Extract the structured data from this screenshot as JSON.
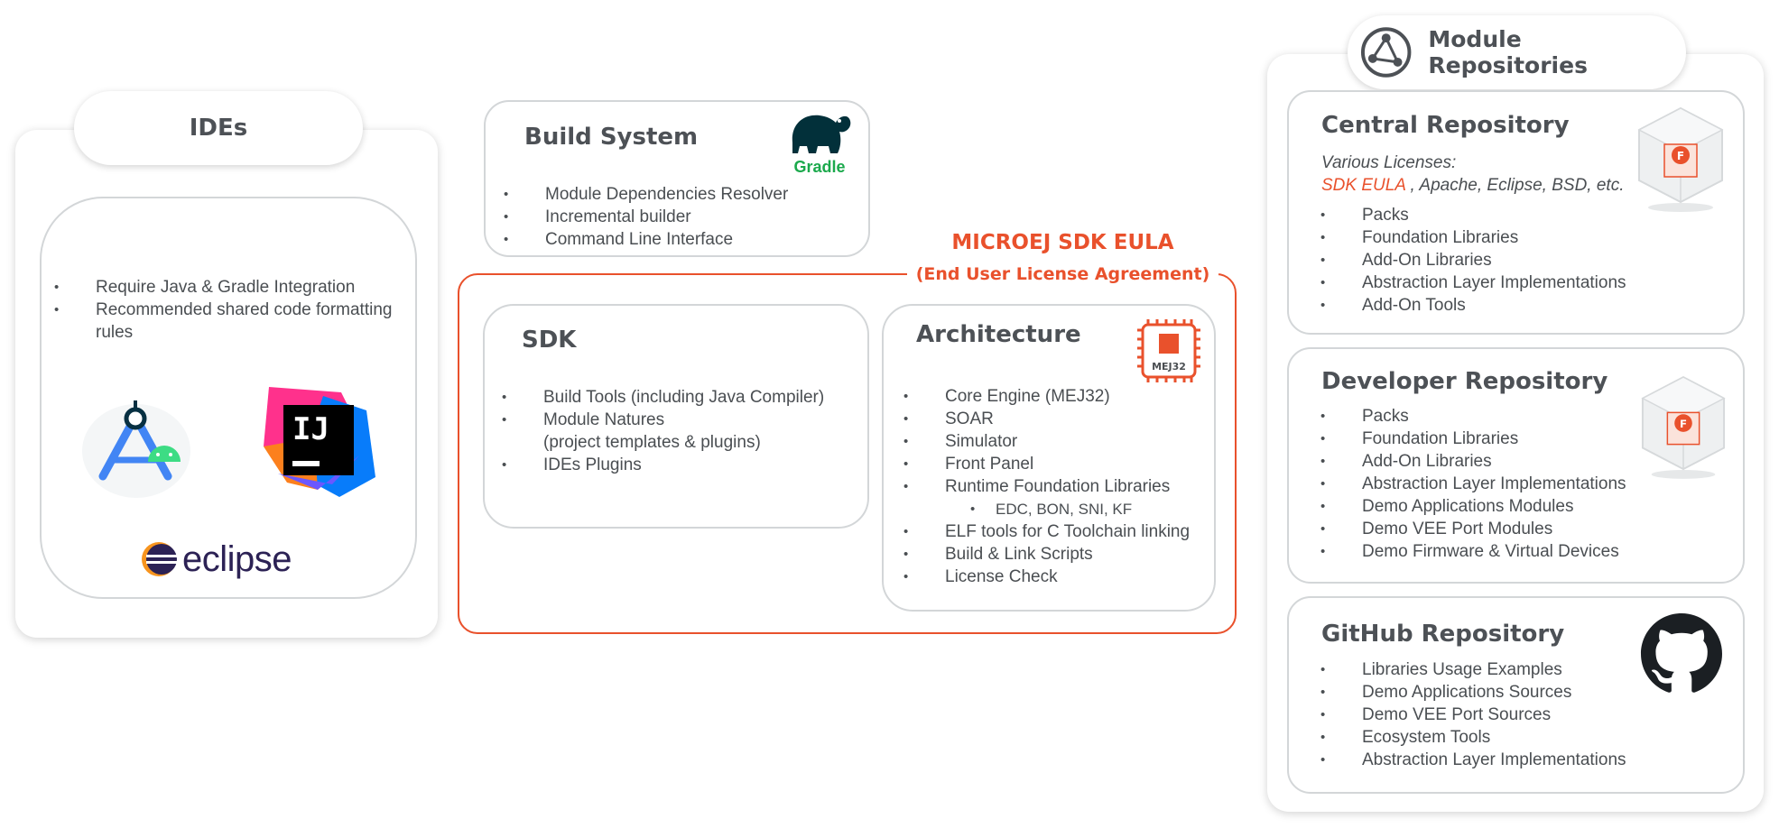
{
  "ides": {
    "title": "IDEs",
    "bullets": [
      "Require Java & Gradle Integration",
      "Recommended shared code formatting rules"
    ],
    "logos": {
      "android_studio": "android-studio-logo",
      "intellij": "IJ",
      "eclipse": "eclipse"
    }
  },
  "build_system": {
    "title": "Build System",
    "logo_label": "Gradle",
    "bullets": [
      "Module Dependencies Resolver",
      "Incremental builder",
      "Command Line Interface"
    ]
  },
  "eula": {
    "title": "MICROEJ SDK EULA",
    "subtitle": "(End User License Agreement)",
    "accent_color": "#e9512c"
  },
  "sdk": {
    "title": "SDK",
    "bullets": [
      "Build Tools (including Java Compiler)",
      "Module Natures",
      "(project templates & plugins)",
      "IDEs Plugins"
    ]
  },
  "architecture": {
    "title": "Architecture",
    "chip_label": "MEJ32",
    "bullets": [
      "Core Engine (MEJ32)",
      "SOAR",
      "Simulator",
      "Front Panel",
      "Runtime Foundation Libraries",
      "EDC, BON, SNI, KF",
      "ELF tools for C Toolchain linking",
      "Build & Link Scripts",
      "License Check"
    ]
  },
  "module_repositories": {
    "title": "Module Repositories",
    "central": {
      "title": "Central Repository",
      "license_intro": "Various Licenses:",
      "license_highlight": "SDK EULA",
      "license_rest": " , Apache, Eclipse, BSD, etc.",
      "bullets": [
        "Packs",
        "Foundation Libraries",
        "Add-On Libraries",
        "Abstraction Layer Implementations",
        "Add-On Tools"
      ]
    },
    "developer": {
      "title": "Developer Repository",
      "bullets": [
        "Packs",
        "Foundation Libraries",
        "Add-On Libraries",
        "Abstraction Layer Implementations",
        "Demo Applications Modules",
        "Demo VEE Port Modules",
        "Demo Firmware & Virtual Devices"
      ]
    },
    "github": {
      "title": "GitHub Repository",
      "bullets": [
        "Libraries Usage Examples",
        "Demo Applications Sources",
        "Demo VEE Port Sources",
        "Ecosystem Tools",
        "Abstraction Layer Implementations"
      ]
    }
  }
}
